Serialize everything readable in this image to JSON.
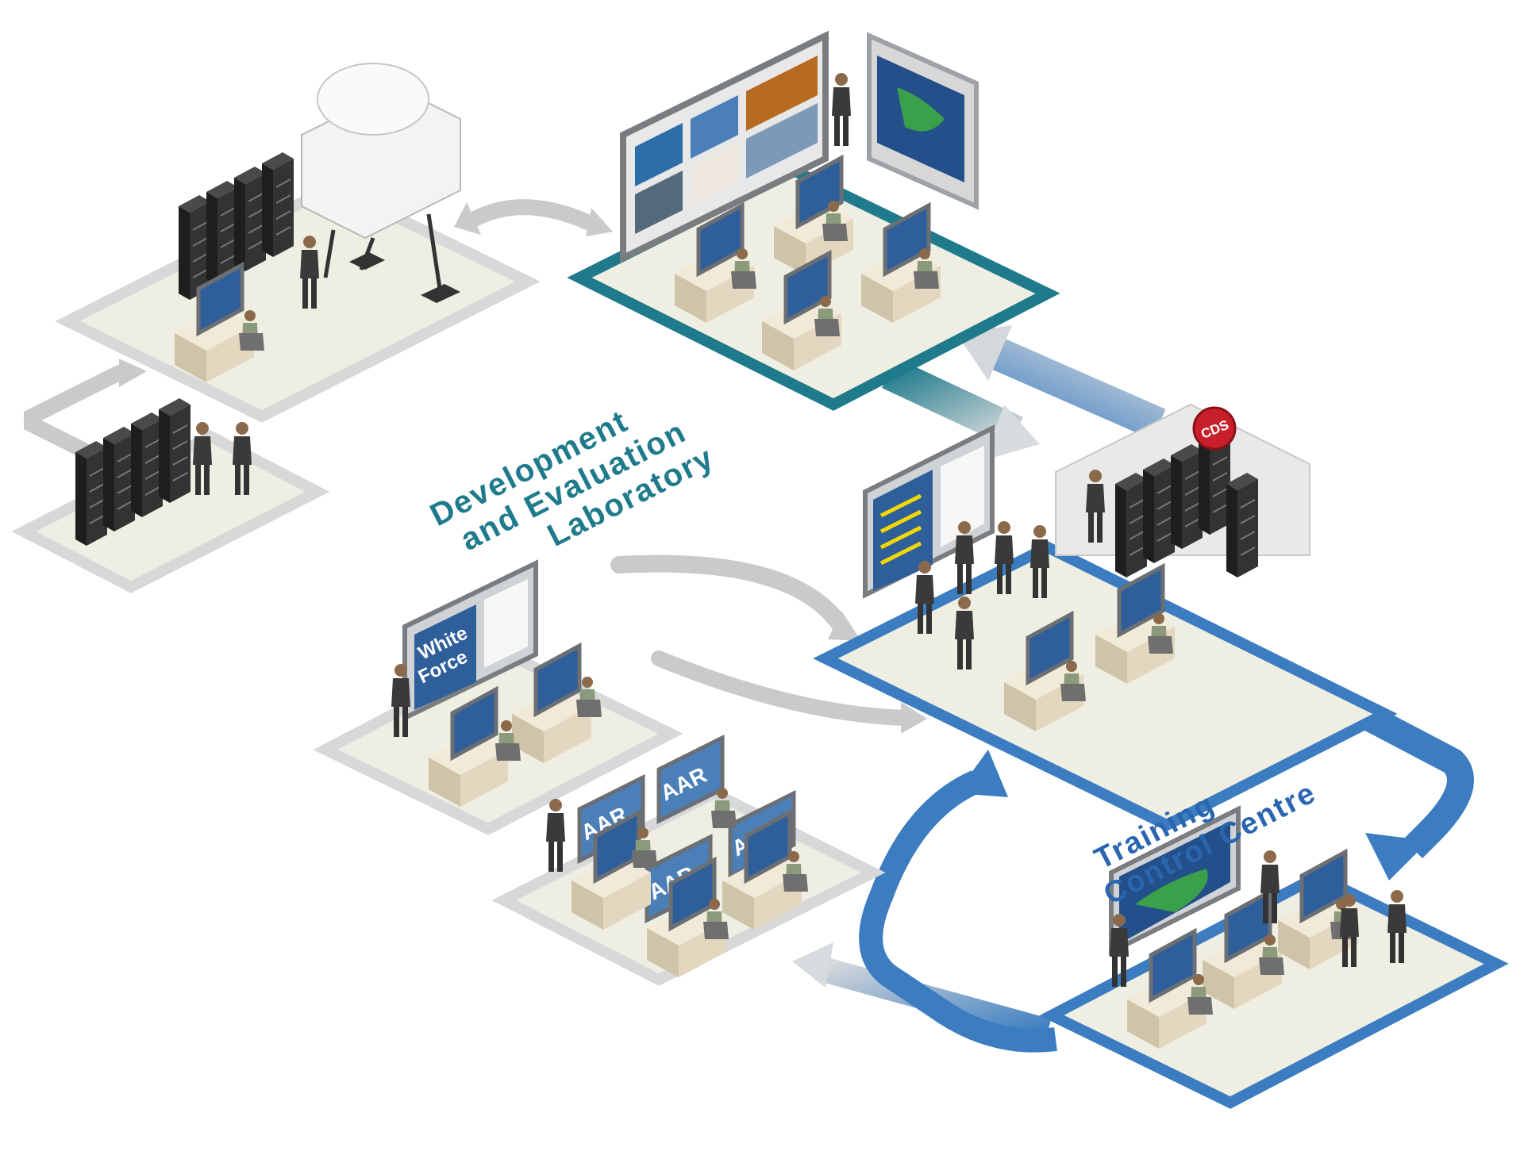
{
  "diagram": {
    "labels": {
      "dev_line1": "Development",
      "dev_line2": "and Evaluation",
      "dev_line3": "Laboratory",
      "tcc_line1": "Training",
      "tcc_line2": "Control Centre"
    },
    "screens": {
      "white_force_line1": "White",
      "white_force_line2": "Force",
      "aar": "AAR",
      "cds": "CDS"
    },
    "colors": {
      "teal": "#1f7b8c",
      "blue": "#3b7dc0",
      "grey_arrow": "#c8cacc",
      "floor": "#efeee2",
      "rack": "#2a2a2a",
      "desk": "#e6dcc8",
      "monitor": "#2f5f9a",
      "soldier": "#3a3a3a",
      "cds_red": "#c8202a"
    }
  }
}
